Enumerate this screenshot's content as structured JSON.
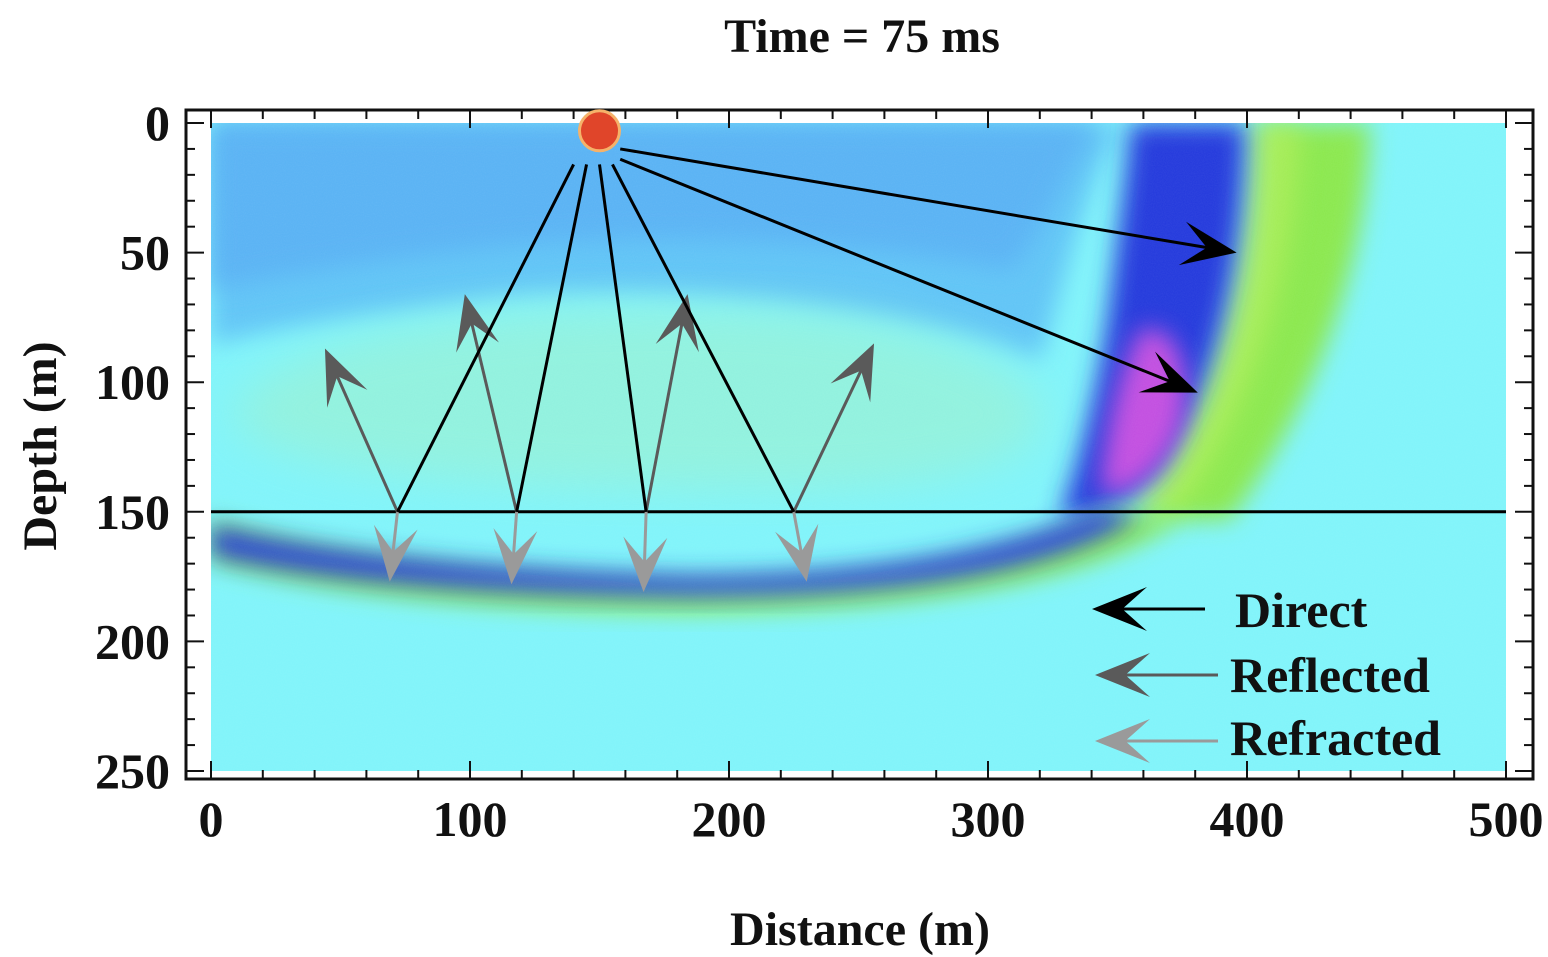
{
  "chart_data": {
    "type": "heatmap",
    "title": "Time = 75 ms",
    "xlabel": "Distance (m)",
    "ylabel": "Depth (m)",
    "xlim": [
      0,
      500
    ],
    "ylim": [
      0,
      250
    ],
    "y_inverted": true,
    "x_ticks": [
      0,
      100,
      200,
      300,
      400,
      500
    ],
    "y_ticks": [
      0,
      50,
      100,
      150,
      200,
      250
    ],
    "interface_depth": 150,
    "source": {
      "x": 150,
      "y": 3,
      "color": "#e0452a"
    },
    "rays": {
      "direct": [
        {
          "from": [
            158,
            10
          ],
          "to": [
            396,
            50
          ]
        },
        {
          "from": [
            158,
            14
          ],
          "to": [
            381,
            104
          ]
        }
      ],
      "incident": [
        {
          "from": [
            140,
            16
          ],
          "to": [
            72,
            150
          ]
        },
        {
          "from": [
            145,
            16
          ],
          "to": [
            118,
            150
          ]
        },
        {
          "from": [
            150,
            16
          ],
          "to": [
            168,
            150
          ]
        },
        {
          "from": [
            155,
            16
          ],
          "to": [
            225,
            150
          ]
        }
      ],
      "reflected": [
        {
          "from": [
            72,
            150
          ],
          "to": [
            44,
            87
          ]
        },
        {
          "from": [
            118,
            150
          ],
          "to": [
            98,
            66
          ]
        },
        {
          "from": [
            168,
            150
          ],
          "to": [
            184,
            66
          ]
        },
        {
          "from": [
            225,
            150
          ],
          "to": [
            256,
            85
          ]
        }
      ],
      "refracted": [
        {
          "from": [
            72,
            150
          ],
          "to": [
            69,
            177
          ]
        },
        {
          "from": [
            118,
            150
          ],
          "to": [
            116,
            178
          ]
        },
        {
          "from": [
            168,
            150
          ],
          "to": [
            167,
            181
          ]
        },
        {
          "from": [
            225,
            150
          ],
          "to": [
            230,
            177
          ]
        }
      ]
    },
    "legend": {
      "position": "bottom-right",
      "items": [
        {
          "label": "Direct",
          "color": "#000000"
        },
        {
          "label": "Reflected",
          "color": "#5a5a5a"
        },
        {
          "label": "Refracted",
          "color": "#9a9a9a"
        }
      ]
    },
    "colors": {
      "background_field": "#7ff4fa",
      "upper_field": "#56b8f5",
      "green_front": "#8ae84e",
      "blue_front": "#2238dc",
      "magenta": "#c24ee0"
    }
  }
}
